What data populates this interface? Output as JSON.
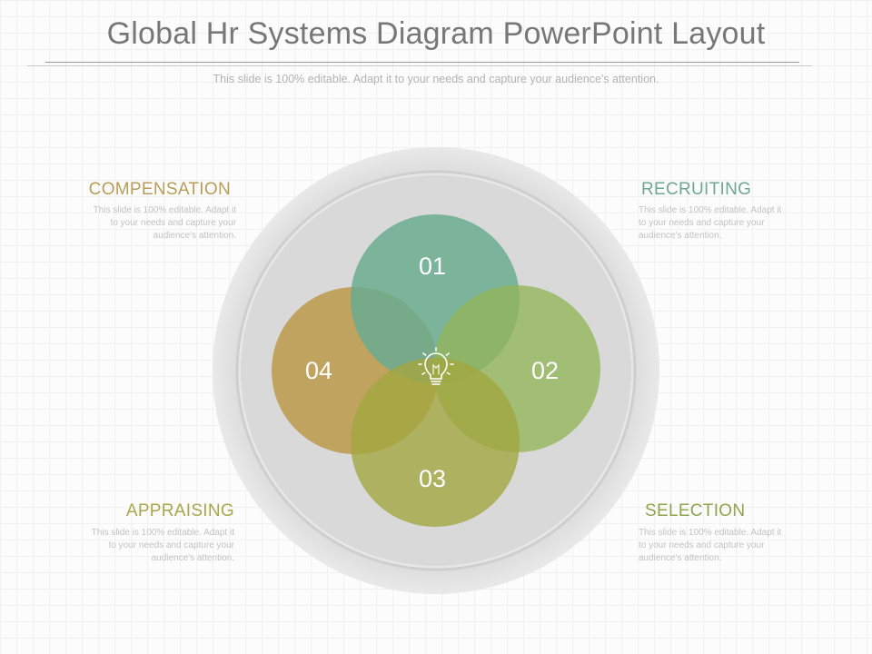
{
  "title": "Global Hr Systems Diagram PowerPoint Layout",
  "subtitle": "This slide is 100% editable. Adapt it to your needs and capture your audience's attention.",
  "sections": {
    "compensation": {
      "heading": "COMPENSATION",
      "lines": [
        "This slide is 100% editable. Adapt it",
        "to your needs and capture your",
        "audience's attention."
      ]
    },
    "recruiting": {
      "heading": "RECRUITING",
      "lines": [
        "This slide is 100% editable. Adapt it",
        "to your needs and capture your",
        "audience's attention."
      ]
    },
    "appraising": {
      "heading": "APPRAISING",
      "lines": [
        "This slide is 100% editable. Adapt it",
        "to your needs and capture your",
        "audience's attention."
      ]
    },
    "selection": {
      "heading": "SELECTION",
      "lines": [
        "This slide is 100% editable. Adapt it",
        "to your needs and capture your",
        "audience's attention."
      ]
    }
  },
  "circles": {
    "c01": {
      "label": "01",
      "color": "#6aab8f"
    },
    "c02": {
      "label": "02",
      "color": "#94b55a"
    },
    "c03": {
      "label": "03",
      "color": "#a2a640"
    },
    "c04": {
      "label": "04",
      "color": "#bb9948"
    }
  },
  "center_icon": "lightbulb-icon"
}
